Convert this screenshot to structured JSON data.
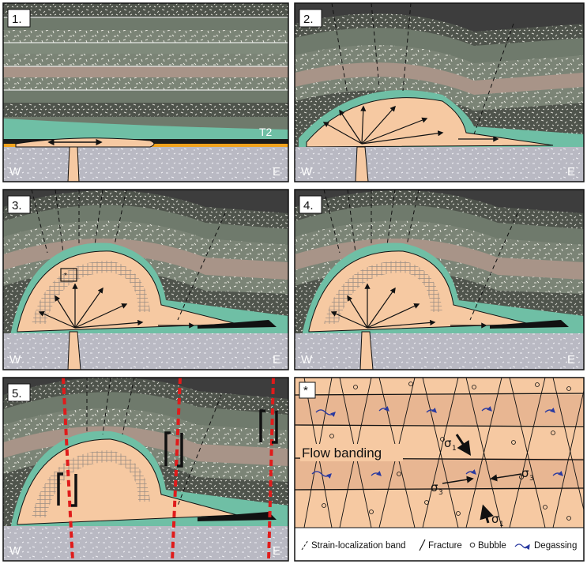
{
  "panels": [
    {
      "label": "1.",
      "west": "W",
      "east": "E",
      "marker": "T2"
    },
    {
      "label": "2.",
      "west": "W",
      "east": "E"
    },
    {
      "label": "3.",
      "west": "W",
      "east": "E"
    },
    {
      "label": "4.",
      "west": "W",
      "east": "E"
    },
    {
      "label": "5.",
      "west": "W",
      "east": "E"
    },
    {
      "label": "*"
    }
  ],
  "detail": {
    "flow_banding": "Flow banding",
    "sigma": "σ",
    "sub1": "1",
    "sub3": "3"
  },
  "legend": {
    "band": "Strain-localization band",
    "fracture": "Fracture",
    "bubble": "Bubble",
    "degassing": "Degassing"
  },
  "colors": {
    "strata_dark": "#6f7a6c",
    "strata_brown": "#a89488",
    "strata_speckle": "#5b6157",
    "intrusion": "#f6c9a2",
    "green_rim": "#6fbfa5",
    "basement": "#b9b9c3",
    "sky": "#3d3d3d",
    "fault": "#e01b1b",
    "degas": "#2a3aa0"
  }
}
